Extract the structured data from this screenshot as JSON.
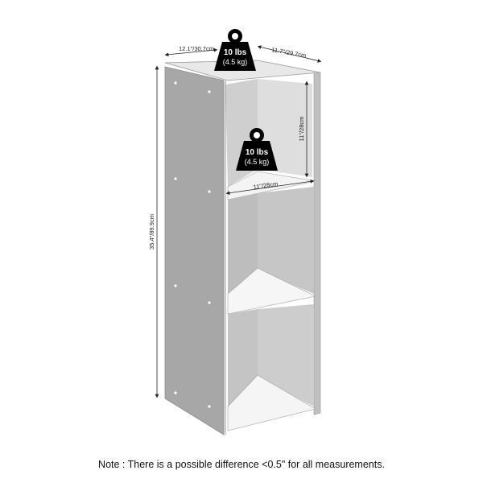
{
  "dimensions": {
    "depth": "12.1\"/30.7cm",
    "width": "11.7\"/29.7cm",
    "height": "35.4\"/89.9cm",
    "cube_height": "11\"/28cm",
    "cube_width": "11\"/28cm"
  },
  "weight_top": {
    "lbs": "10 lbs",
    "kg": "(4.5 kg)"
  },
  "weight_shelf": {
    "lbs": "10 lbs",
    "kg": "(4.5 kg)"
  },
  "note": "Note : There is a possible difference <0.5\" for all measurements.",
  "colors": {
    "panel_front": "#a7a7a7",
    "panel_side": "#d7d7d7",
    "interior_back": "#cfcfcf",
    "shelf_top": "#f5f5f5",
    "weight": "#000000"
  }
}
